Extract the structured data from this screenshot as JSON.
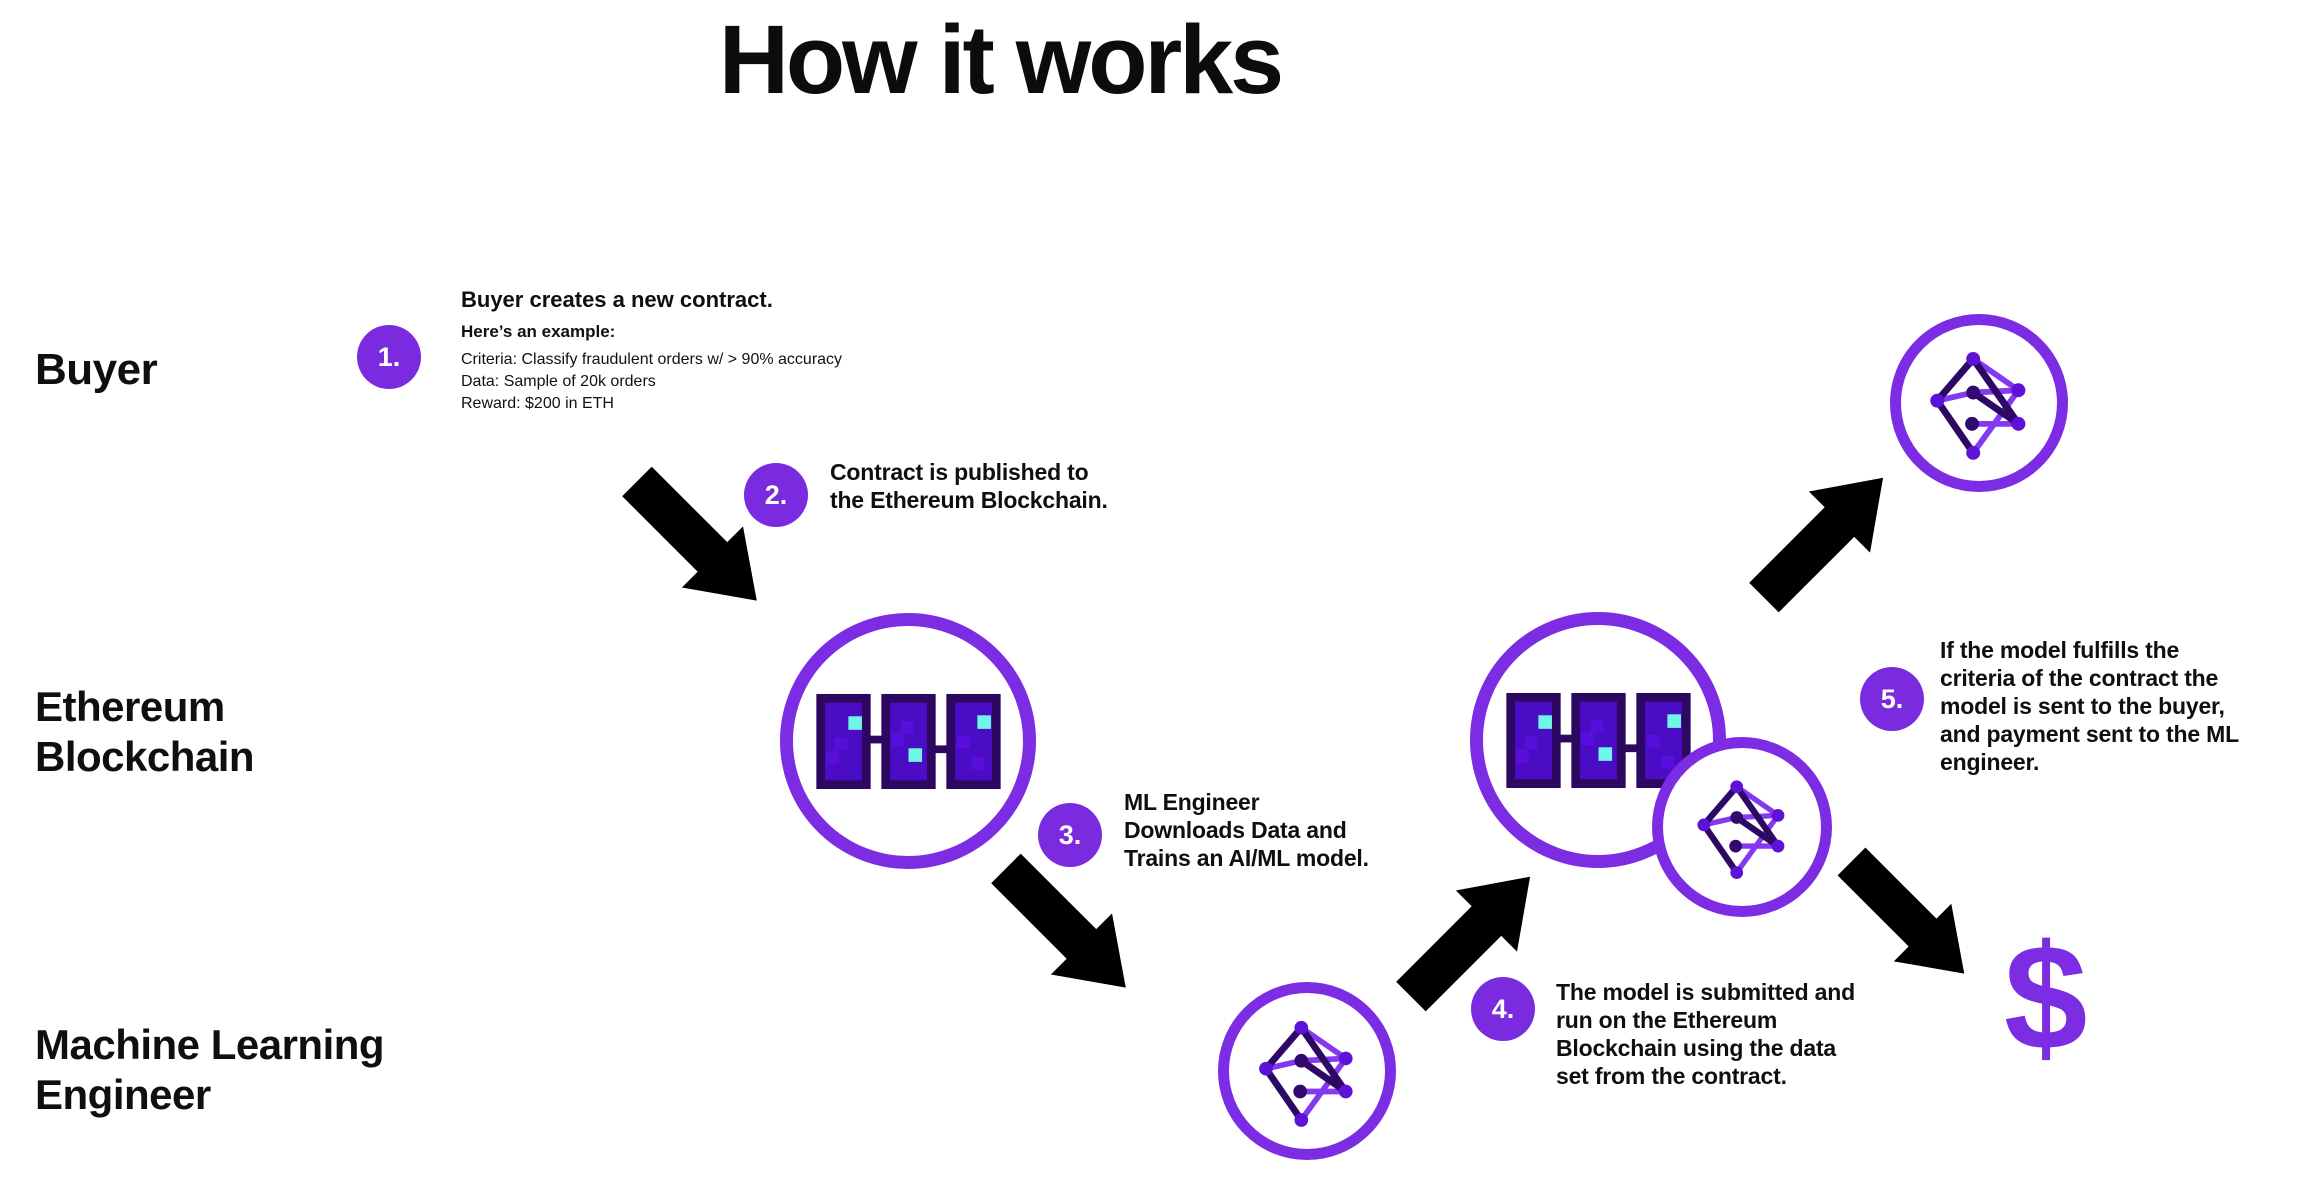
{
  "title": "How it works",
  "lanes": [
    {
      "label_lines": [
        "Buyer"
      ]
    },
    {
      "label_lines": [
        "Ethereum",
        "Blockchain"
      ]
    },
    {
      "label_lines": [
        "Machine Learning",
        "Engineer"
      ]
    }
  ],
  "steps": [
    {
      "number": "1.",
      "heading": "Buyer creates a new contract.",
      "example_heading": "Here’s an example:",
      "example_lines": [
        "Criteria: Classify fraudulent orders w/ > 90% accuracy",
        "Data: Sample of 20k orders",
        "Reward: $200 in ETH"
      ]
    },
    {
      "number": "2.",
      "text_lines": [
        "Contract is published to",
        "the Ethereum Blockchain."
      ]
    },
    {
      "number": "3.",
      "text_lines": [
        "ML Engineer",
        "Downloads Data and",
        "Trains an AI/ML model."
      ]
    },
    {
      "number": "4.",
      "text_lines": [
        "The model is submitted and",
        "run on the Ethereum",
        "Blockchain using the data",
        "set from the contract."
      ]
    },
    {
      "number": "5.",
      "text_lines": [
        "If the model fulfills the",
        "criteria of the contract the",
        "model is sent to the buyer,",
        "and payment sent to the ML",
        "engineer."
      ]
    }
  ],
  "payment": {
    "symbol": "$"
  },
  "icons": {
    "blockchain": "blockchain-blocks-icon",
    "ai_model": "neural-network-icon",
    "payment": "dollar-sign",
    "flow_arrow": "black-arrow"
  },
  "colors": {
    "accent": "#7c2de4",
    "badge": "#7a2be0",
    "ink": "#141414",
    "arrow": "#0a0a0a",
    "block-border": "#2d0861",
    "block-fill": "#4b0cc6",
    "block-square": "#5a0edd",
    "block-cyan": "#70f5e9",
    "net-dark": "#2d0965",
    "net-violet": "#8438f0",
    "node-bright": "#5e12d8",
    "node-dark": "#32096e"
  }
}
